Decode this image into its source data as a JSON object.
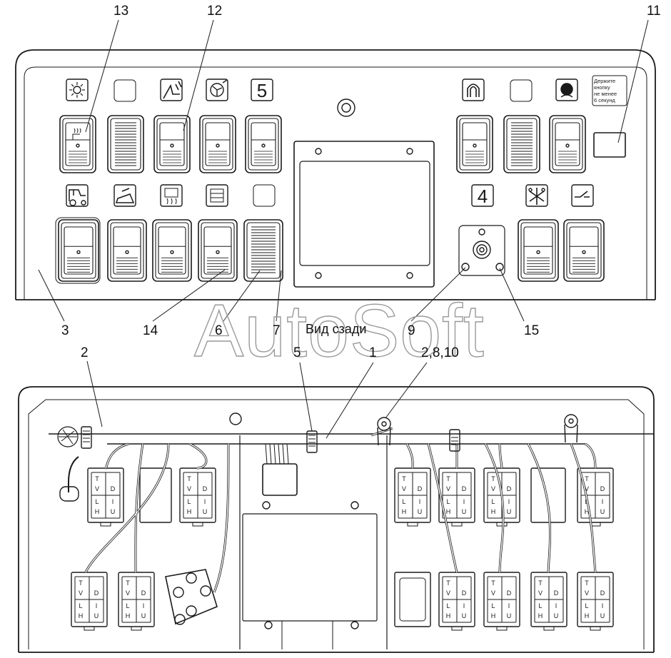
{
  "callouts": {
    "c13": "13",
    "c12": "12",
    "c11": "11",
    "c3": "3",
    "c14": "14",
    "c6": "6",
    "c7": "7",
    "c9": "9",
    "c15": "15",
    "c2top": "2",
    "c5": "5",
    "c1": "1",
    "c2810": "2,8,10"
  },
  "view_title": "Вид сзади",
  "watermark": "AutoSoft",
  "note_lines": [
    "Держите",
    "кнопку",
    "не менее",
    "6 секунд"
  ],
  "indicator_digits": {
    "five": "5",
    "four": "4"
  },
  "connector_pins": [
    "T",
    "V",
    "D",
    "L",
    "I",
    "H",
    "U"
  ],
  "icons": [
    "sun-icon",
    "seat-tilt-icon",
    "fan-wheel-icon",
    "horseshoe-icon",
    "beacon-icon",
    "tractor-icon",
    "dump-trailer-icon",
    "rear-heater-icon",
    "window-grid-icon",
    "asterisk-icon",
    "lever-icon"
  ],
  "colors": {
    "line": "#1a1a1a",
    "panel": "#f2f2f2",
    "back": "#ececec"
  }
}
